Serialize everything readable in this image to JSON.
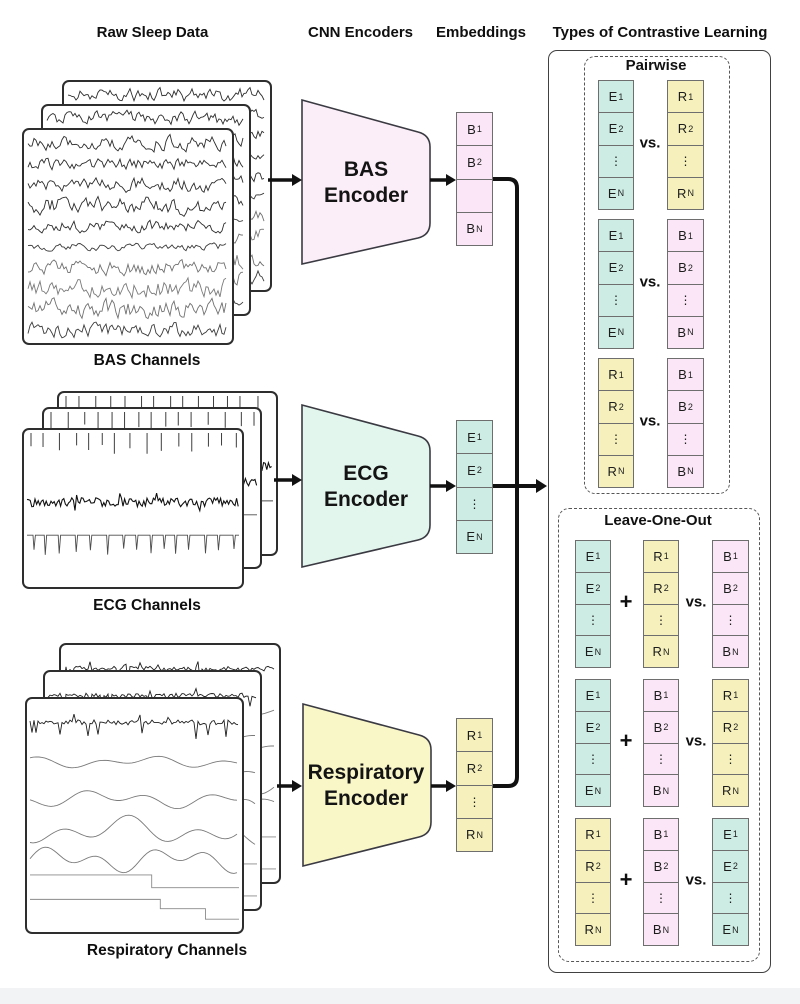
{
  "headers": {
    "raw_data": "Raw Sleep Data",
    "cnn_encoders": "CNN Encoders",
    "embeddings": "Embeddings",
    "contrastive": "Types of Contrastive Learning"
  },
  "colors": {
    "teal": "#cdece4",
    "yellow": "#f5f0bc",
    "pink": "#fae6f6",
    "bas_encoder_fill": "#fceef9",
    "ecg_encoder_fill": "#e3f6ee",
    "resp_encoder_fill": "#f9f6c8",
    "stroke": "#111111"
  },
  "modalities": {
    "bas": {
      "channel_label": "BAS Channels",
      "encoder_line1": "BAS",
      "encoder_line2": "Encoder"
    },
    "ecg": {
      "channel_label": "ECG Channels",
      "encoder_line1": "ECG",
      "encoder_line2": "Encoder"
    },
    "resp": {
      "channel_label": "Respiratory Channels",
      "encoder_line1": "Respiratory",
      "encoder_line2": "Encoder"
    }
  },
  "embedding_columns": {
    "b": {
      "color": "pink",
      "cells": [
        "B_1",
        "B_2",
        "",
        "B_N"
      ]
    },
    "e": {
      "color": "teal",
      "cells": [
        "E_1",
        "E_2",
        "⋮",
        "E_N"
      ]
    },
    "r": {
      "color": "yellow",
      "cells": [
        "R_1",
        "R_2",
        "⋮",
        "R_N"
      ]
    }
  },
  "pairwise": {
    "title": "Pairwise",
    "vs_label": "vs.",
    "groups": [
      {
        "left": {
          "color": "teal",
          "cells": [
            "E_1",
            "E_2",
            "⋮",
            "E_N"
          ]
        },
        "right": {
          "color": "yellow",
          "cells": [
            "R_1",
            "R_2",
            "⋮",
            "R_N"
          ]
        }
      },
      {
        "left": {
          "color": "teal",
          "cells": [
            "E_1",
            "E_2",
            "⋮",
            "E_N"
          ]
        },
        "right": {
          "color": "pink",
          "cells": [
            "B_1",
            "B_2",
            "⋮",
            "B_N"
          ]
        }
      },
      {
        "left": {
          "color": "yellow",
          "cells": [
            "R_1",
            "R_2",
            "⋮",
            "R_N"
          ]
        },
        "right": {
          "color": "pink",
          "cells": [
            "B_1",
            "B_2",
            "⋮",
            "B_N"
          ]
        }
      }
    ]
  },
  "leave_one_out": {
    "title": "Leave-One-Out",
    "plus_label": "+",
    "vs_label": "vs.",
    "groups": [
      {
        "a": {
          "color": "teal",
          "cells": [
            "E_1",
            "E_2",
            "⋮",
            "E_N"
          ]
        },
        "b": {
          "color": "yellow",
          "cells": [
            "R_1",
            "R_2",
            "⋮",
            "R_N"
          ]
        },
        "c": {
          "color": "pink",
          "cells": [
            "B_1",
            "B_2",
            "⋮",
            "B_N"
          ]
        }
      },
      {
        "a": {
          "color": "teal",
          "cells": [
            "E_1",
            "E_2",
            "⋮",
            "E_N"
          ]
        },
        "b": {
          "color": "pink",
          "cells": [
            "B_1",
            "B_2",
            "⋮",
            "B_N"
          ]
        },
        "c": {
          "color": "yellow",
          "cells": [
            "R_1",
            "R_2",
            "⋮",
            "R_N"
          ]
        }
      },
      {
        "a": {
          "color": "yellow",
          "cells": [
            "R_1",
            "R_2",
            "⋮",
            "R_N"
          ]
        },
        "b": {
          "color": "pink",
          "cells": [
            "B_1",
            "B_2",
            "⋮",
            "B_N"
          ]
        },
        "c": {
          "color": "teal",
          "cells": [
            "E_1",
            "E_2",
            "⋮",
            "E_N"
          ]
        }
      }
    ]
  }
}
